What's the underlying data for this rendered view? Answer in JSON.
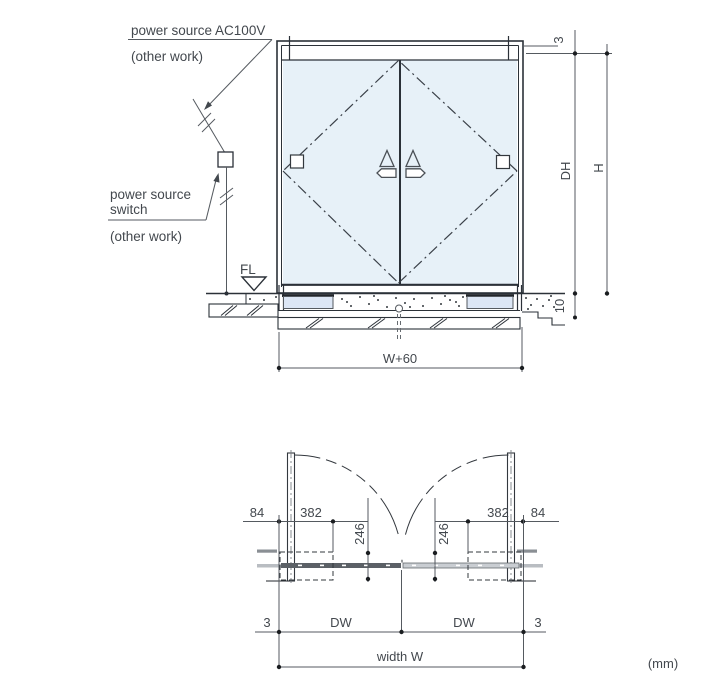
{
  "unit_note": "(mm)",
  "elevation": {
    "power_source_label": "power source AC100V",
    "power_source_note": "(other work)",
    "switch_label_line1": "power source",
    "switch_label_line2": "switch",
    "switch_note": "(other work)",
    "fl_label": "FL",
    "dim_top_clearance": "3",
    "dim_door_height": "DH",
    "dim_total_height": "H",
    "dim_floor_recess": "10",
    "dim_width_plus": "W+60"
  },
  "plan": {
    "dim_left_offset": "84",
    "dim_left_zone_width": "382",
    "dim_left_zone_depth": "246",
    "dim_right_zone_depth": "246",
    "dim_right_zone_width": "382",
    "dim_right_offset": "84",
    "dim_gap_left": "3",
    "dim_door_width_left": "DW",
    "dim_door_width_right": "DW",
    "dim_gap_right": "3",
    "dim_total_width": "width W"
  },
  "colors": {
    "glass": "#e7f1f8",
    "track_dark": "#5b6066",
    "track_light": "#c9cdd2",
    "floor_box": "#dce6f5",
    "line_dark": "#2b3138",
    "annotation": "#43484e"
  }
}
